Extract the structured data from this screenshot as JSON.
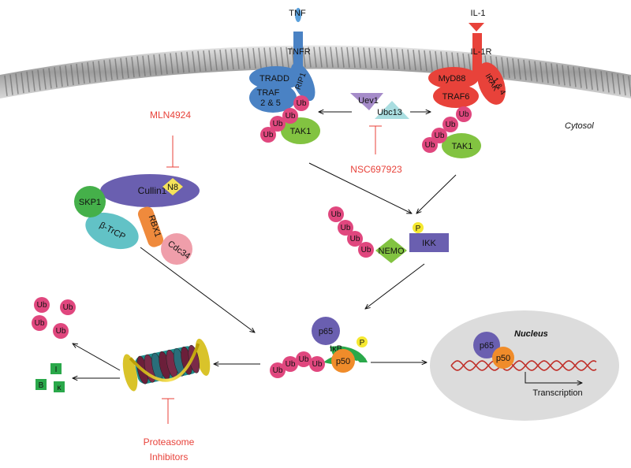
{
  "receptors": {
    "tnf": "TNF",
    "tnfr": "TNFR",
    "il1": "IL-1",
    "il1r": "IL-1R"
  },
  "tnf_complex": {
    "tradd": "TRADD",
    "traf_line1": "TRAF",
    "traf_line2": "2 & 5",
    "rip1": "RIP1",
    "tak1": "TAK1"
  },
  "il1_complex": {
    "myd88": "MyD88",
    "irak_line1": "IRAK",
    "irak_line2": "1 & 4",
    "traf6": "TRAF6",
    "tak1": "TAK1"
  },
  "e2": {
    "uev1": "Uev1",
    "ubc13": "Ubc13"
  },
  "inhibitors": {
    "mln4924": "MLN4924",
    "nsc697923": "NSC697923",
    "proteasome_line1": "Proteasome",
    "proteasome_line2": "Inhibitors"
  },
  "cytosol_label": "Cytosol",
  "scf": {
    "cullin1": "Cullin1",
    "n8": "N8",
    "skp1": "SKP1",
    "btrcp": "β-TrCP",
    "rbx1": "RBX1",
    "cdc34": "Cdc34"
  },
  "ikk_complex": {
    "nemo": "NEMO",
    "ikk": "IKK",
    "phospho": "P"
  },
  "nfkb": {
    "p65": "p65",
    "ikb": "IκB",
    "p50": "p50",
    "phospho": "P"
  },
  "nucleus": {
    "label": "Nucleus",
    "p65": "p65",
    "p50": "p50",
    "transcription": "Transcription"
  },
  "ub_label": "Ub",
  "ikb_fragments": [
    "I",
    "B",
    "κ"
  ],
  "colors": {
    "tnf_receptor_blue": "#4a82c4",
    "il1_receptor_red": "#e8423a",
    "ub_pink": "#e0477e",
    "tak1_green": "#82c341",
    "inhibitor_red": "#e8423a",
    "cullin_purple": "#6a5fb0",
    "n8_yellow": "#f5e35a",
    "rbx1_orange": "#ef8a3c",
    "cdc34_pink": "#ef9eaa",
    "skp1_green": "#45b04a",
    "btrcp_teal": "#62c2c6",
    "nemo_green": "#82c341",
    "ikk_purple": "#6a5fb0",
    "p65_purple": "#6a5fb0",
    "p50_orange": "#f08c2a",
    "ikb_green": "#2aa84a",
    "nucleus_gray": "#dcdcdc",
    "dna_red": "#c0302a",
    "fragment_green": "#2aa84a"
  }
}
